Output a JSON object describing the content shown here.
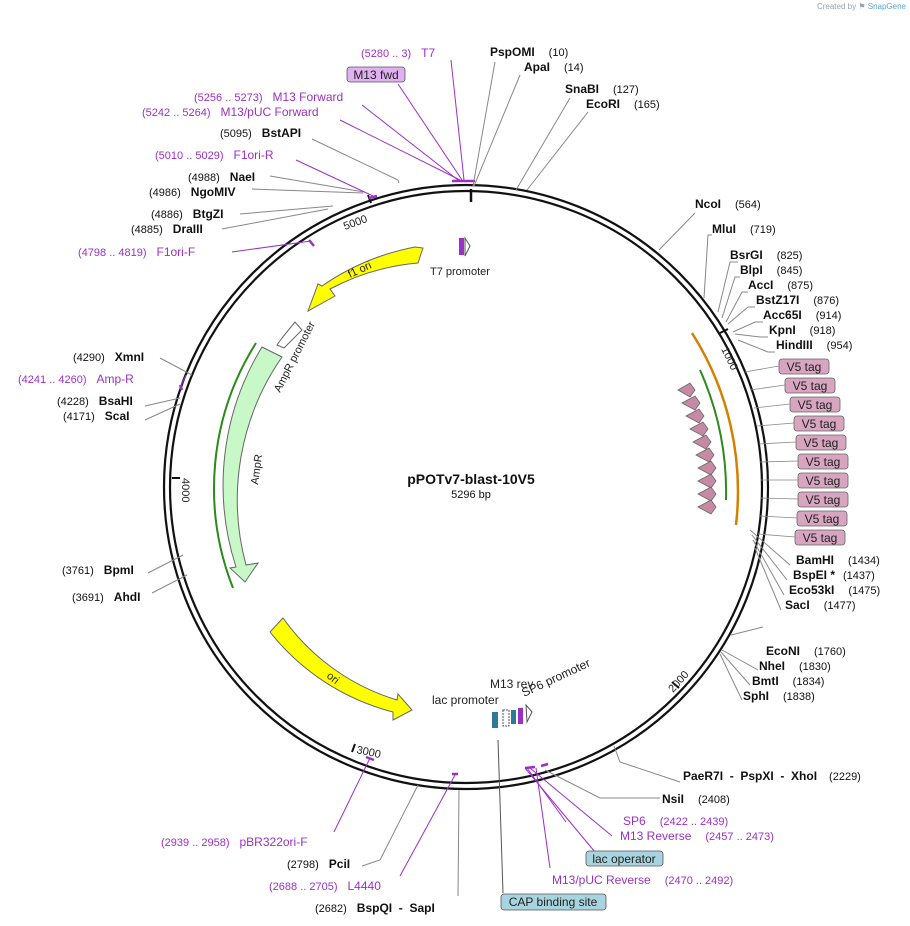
{
  "credit": {
    "prefix": "Created by",
    "brand": "SnapGene"
  },
  "plasmid": {
    "name": "pPOTv7-blast-10V5",
    "size": "5296 bp",
    "length": 5296
  },
  "colors": {
    "feature_purple": "#9b30c8",
    "enzyme_line": "#888888",
    "ori_yellow": "#ffff00",
    "ampr_green": "#c8f7c8",
    "v5_pink": "#d7a5c0",
    "v5_arrow": "#c78aa5",
    "lac_operator_blue": "#a8d4e0"
  },
  "ticks": [
    "1000",
    "2000",
    "3000",
    "4000",
    "5000"
  ],
  "enzymes": [
    {
      "name": "PspOMI",
      "pos": "(10)"
    },
    {
      "name": "ApaI",
      "pos": "(14)"
    },
    {
      "name": "SnaBI",
      "pos": "(127)"
    },
    {
      "name": "EcoRI",
      "pos": "(165)"
    },
    {
      "name": "NcoI",
      "pos": "(564)"
    },
    {
      "name": "MluI",
      "pos": "(719)"
    },
    {
      "name": "BsrGI",
      "pos": "(825)"
    },
    {
      "name": "BlpI",
      "pos": "(845)"
    },
    {
      "name": "AccI",
      "pos": "(875)"
    },
    {
      "name": "BstZ17I",
      "pos": "(876)"
    },
    {
      "name": "Acc65I",
      "pos": "(914)"
    },
    {
      "name": "KpnI",
      "pos": "(918)"
    },
    {
      "name": "HindIII",
      "pos": "(954)"
    },
    {
      "name": "BamHI",
      "pos": "(1434)"
    },
    {
      "name": "BspEI *",
      "pos": "(1437)"
    },
    {
      "name": "Eco53kI",
      "pos": "(1475)"
    },
    {
      "name": "SacI",
      "pos": "(1477)"
    },
    {
      "name": "EcoNI",
      "pos": "(1760)"
    },
    {
      "name": "NheI",
      "pos": "(1830)"
    },
    {
      "name": "BmtI",
      "pos": "(1834)"
    },
    {
      "name": "SphI",
      "pos": "(1838)"
    },
    {
      "name": "PaeR7I  -  PspXI  -  XhoI",
      "pos": "(2229)"
    },
    {
      "name": "NsiI",
      "pos": "(2408)"
    },
    {
      "name": "BspQI  -  SapI",
      "pos": "(2682)"
    },
    {
      "name": "PciI",
      "pos": "(2798)"
    },
    {
      "name": "AhdI",
      "pos": "(3691)"
    },
    {
      "name": "BpmI",
      "pos": "(3761)"
    },
    {
      "name": "ScaI",
      "pos": "(4171)"
    },
    {
      "name": "BsaHI",
      "pos": "(4228)"
    },
    {
      "name": "XmnI",
      "pos": "(4290)"
    },
    {
      "name": "DraIII",
      "pos": "(4885)"
    },
    {
      "name": "BtgZI",
      "pos": "(4886)"
    },
    {
      "name": "NgoMIV",
      "pos": "(4986)"
    },
    {
      "name": "NaeI",
      "pos": "(4988)"
    },
    {
      "name": "BstAPI",
      "pos": "(5095)"
    }
  ],
  "primers": [
    {
      "range": "(5280 .. 3)",
      "name": "T7"
    },
    {
      "range": "(5256 .. 5273)",
      "name": "M13 Forward"
    },
    {
      "range": "(5242 .. 5264)",
      "name": "M13/pUC Forward"
    },
    {
      "range": "(5010 .. 5029)",
      "name": "F1ori-R"
    },
    {
      "range": "(4798 .. 4819)",
      "name": "F1ori-F"
    },
    {
      "range": "(4241 .. 4260)",
      "name": "Amp-R"
    },
    {
      "range": "(2939 .. 2958)",
      "name": "pBR322ori-F"
    },
    {
      "range": "(2688 .. 2705)",
      "name": "L4440"
    },
    {
      "range": "(2422 .. 2439)",
      "name": "SP6"
    },
    {
      "range": "(2457 .. 2473)",
      "name": "M13 Reverse"
    },
    {
      "range": "(2470 .. 2492)",
      "name": "M13/pUC Reverse"
    }
  ],
  "boxed_features": {
    "m13_fwd": "M13 fwd",
    "v5_tag": "V5 tag",
    "lac_operator": "lac operator",
    "cap_binding_site": "CAP binding site"
  },
  "features": {
    "t7_promoter": "T7 promoter",
    "f1_ori": "f1 ori",
    "ampr_promoter": "AmpR promoter",
    "ampr": "AmpR",
    "ori": "ori",
    "lac_promoter": "lac promoter",
    "m13_rev": "M13 rev",
    "sp6_promoter": "SP6 promoter"
  }
}
